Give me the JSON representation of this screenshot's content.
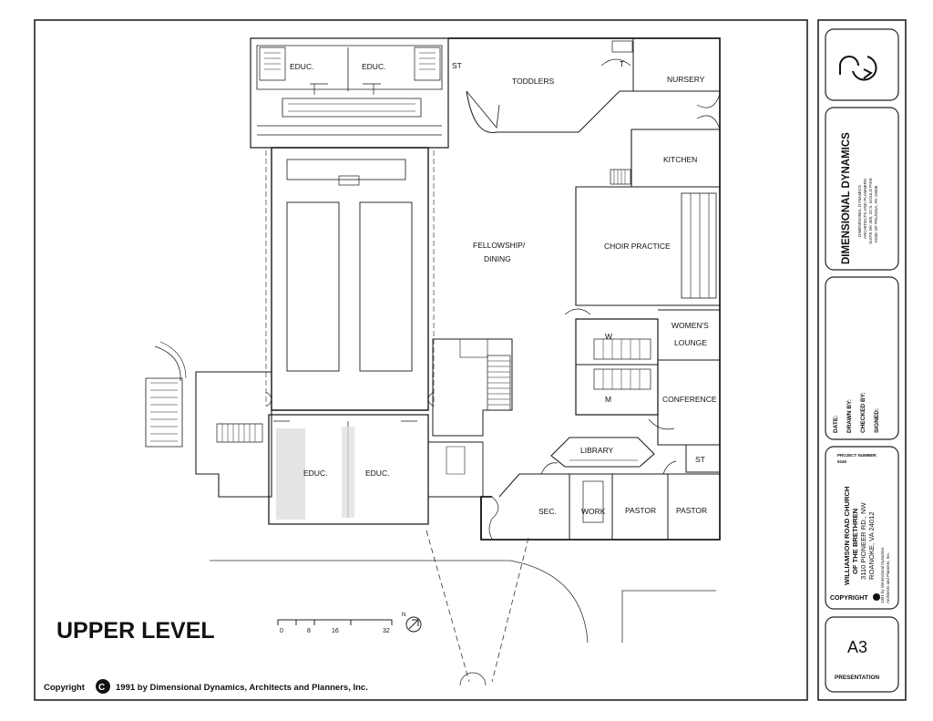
{
  "drawing": {
    "level_title": "UPPER LEVEL",
    "scale_labels": [
      "0",
      "8",
      "16",
      "32"
    ],
    "north_label": "N",
    "copyright_line": "Copyright",
    "copyright_rest": "1991 by Dimensional Dynamics, Architects and Planners, Inc.",
    "rooms": {
      "educ_tl": "EDUC.",
      "educ_tr": "EDUC.",
      "st_top": "ST",
      "toddlers": "TODDLERS",
      "t": "T",
      "nursery": "NURSERY",
      "kitchen": "KITCHEN",
      "fellowship_1": "FELLOWSHIP/",
      "fellowship_2": "DINING",
      "choir": "CHOIR PRACTICE",
      "womens_1": "WOMEN'S",
      "womens_2": "LOUNGE",
      "w": "W",
      "m": "M",
      "conference": "CONFERENCE",
      "library": "LIBRARY",
      "st_right": "ST",
      "educ_bl": "EDUC.",
      "educ_br": "EDUC.",
      "sec": "SEC.",
      "work": "WORK",
      "pastor_1": "PASTOR",
      "pastor_2": "PASTOR"
    }
  },
  "title_block": {
    "firm_name": "DIMENSIONAL DYNAMICS",
    "firm_sub": [
      "DIMENSIONAL DYNAMICS",
      "ARCHITECTS AND PLANNERS",
      "SUITE DK 400, 20 S. GOULD PIKE",
      "KING OF PRUSSIA, PA 19406"
    ],
    "date_label": "DATE:",
    "drawn_label": "DRAWN BY:",
    "checked_label": "CHECKED BY:",
    "signed_label": "SIGNED:",
    "project_number_label": "PROJECT NUMBER:",
    "project_number": "9246",
    "client_lines": [
      "WILLIAMSON ROAD CHURCH",
      "OF THE BRETHREN",
      "3110 PIONEER RD., NW",
      "ROANOKE, VA 24012"
    ],
    "copyright_label": "COPYRIGHT",
    "copyright_small": [
      "1991 by Dimensional Dynamics",
      "Architects and Planners, Inc."
    ],
    "sheet_number": "A3",
    "sheet_type": "PRESENTATION"
  }
}
